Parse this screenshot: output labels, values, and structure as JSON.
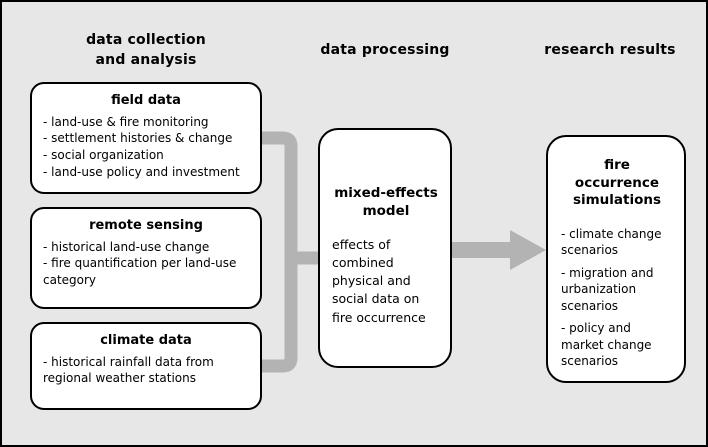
{
  "headers": {
    "col1": [
      "data collection",
      "and analysis"
    ],
    "col2": "data processing",
    "col3": "research results"
  },
  "boxes": {
    "field_data": {
      "title": "field data",
      "items": [
        "- land-use & fire monitoring",
        "- settlement histories & change",
        "- social organization",
        "- land-use policy and investment"
      ]
    },
    "remote_sensing": {
      "title": "remote sensing",
      "items": [
        "- historical land-use change",
        "- fire quantification per land-use category"
      ]
    },
    "climate_data": {
      "title": "climate data",
      "items": [
        "- historical rainfall data from regional weather stations"
      ]
    },
    "mixed_effects": {
      "title": "mixed-effects model",
      "body": "effects of combined physical and social data on fire occurrence"
    },
    "fire_occurrence": {
      "title": "fire occurrence simulations",
      "items": [
        "- climate change scenarios",
        "- migration and urbanization scenarios",
        "- policy and market change scenarios"
      ]
    }
  },
  "colors": {
    "background": "#e7e7e7",
    "box_fill": "#ffffff",
    "box_border": "#000000",
    "connector": "#b3b3b3",
    "text": "#000000"
  }
}
